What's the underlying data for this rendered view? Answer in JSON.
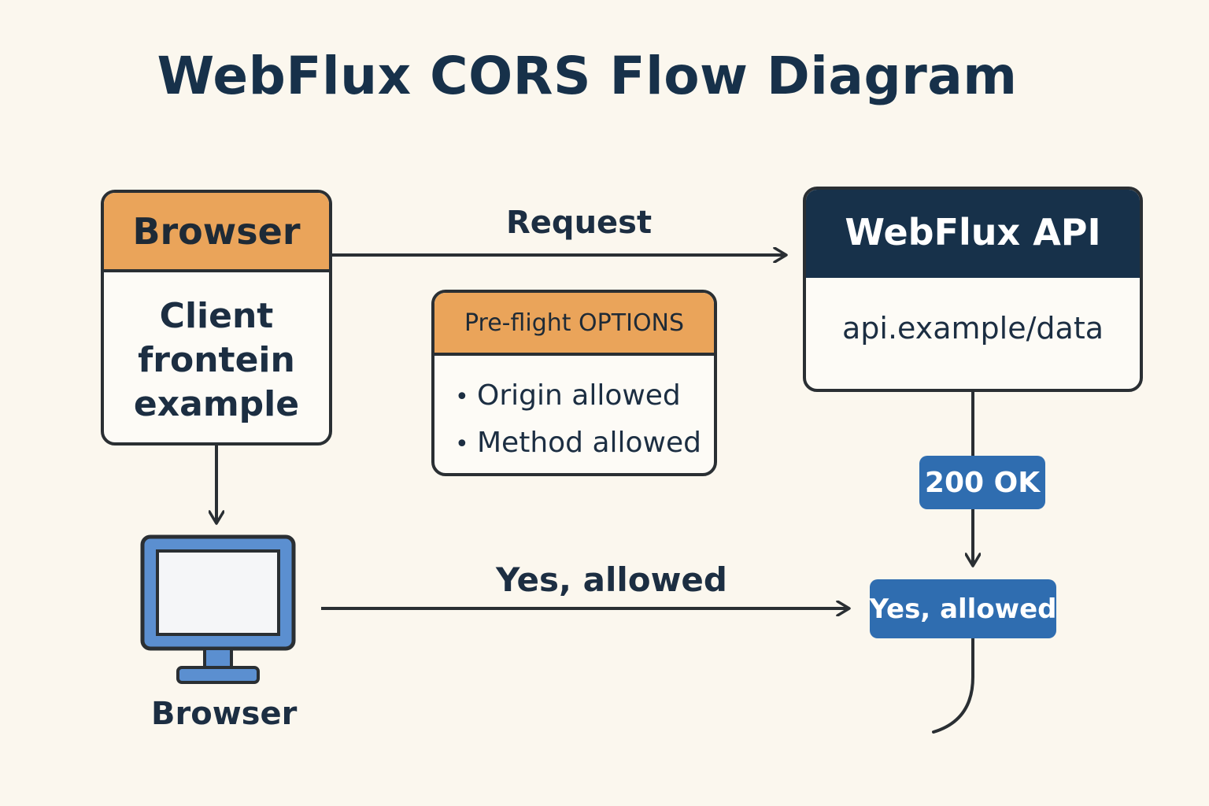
{
  "title": "WebFlux CORS Flow Diagram",
  "browser_box": {
    "header": "Browser",
    "body_lines": [
      "Client",
      "frontein",
      "example"
    ]
  },
  "request_label": "Request",
  "api_box": {
    "header": "WebFlux API",
    "body": "api.example/data"
  },
  "preflight_box": {
    "header": "Pre-flight OPTIONS",
    "bullet": "•",
    "items": [
      "Origin allowed",
      "Method allowed"
    ]
  },
  "status_badge": "200 OK",
  "response_badge": "Yes, allowed",
  "bottom_arrow_label": "Yes, allowed",
  "monitor_caption": "Browser",
  "colors": {
    "background": "#fbf7ee",
    "header_orange": "#eaa45a",
    "api_navy": "#17314a",
    "badge_blue": "#2f6db0",
    "monitor_blue": "#5b8fd0"
  },
  "icons": [
    "desktop-monitor-icon"
  ]
}
